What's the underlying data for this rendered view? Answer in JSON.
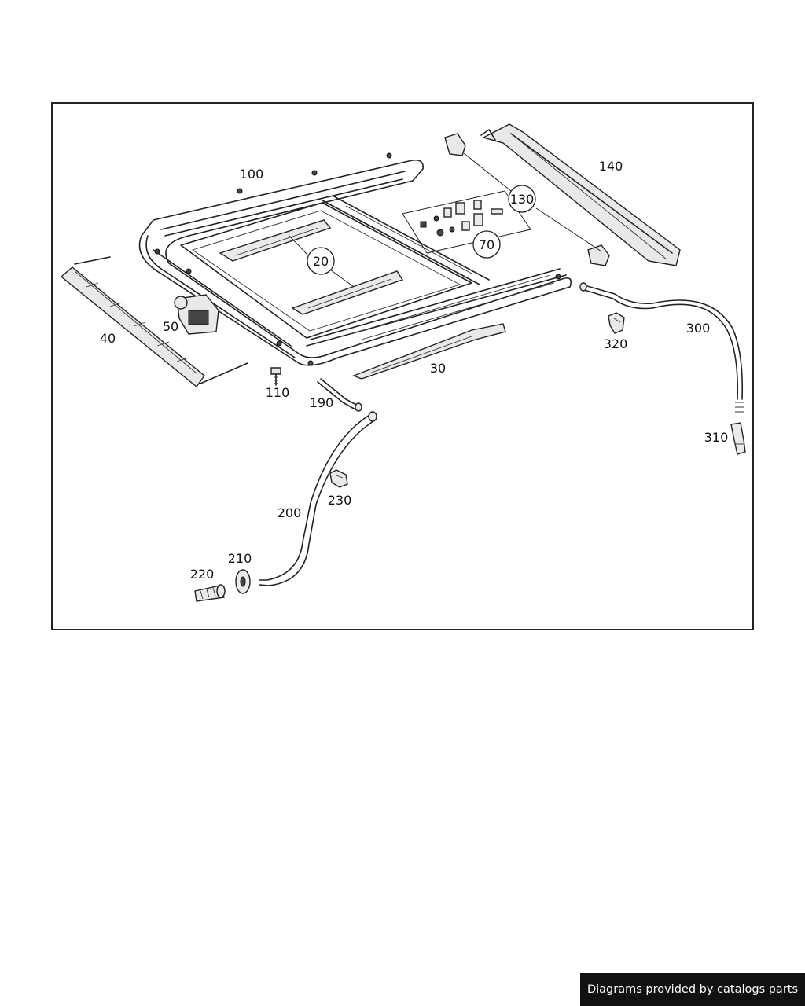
{
  "diagram": {
    "part_labels": {
      "p20": "20",
      "p30": "30",
      "p40": "40",
      "p50": "50",
      "p70": "70",
      "p100": "100",
      "p110": "110",
      "p130": "130",
      "p140": "140",
      "p190": "190",
      "p200": "200",
      "p210": "210",
      "p220": "220",
      "p230": "230",
      "p300": "300",
      "p310": "310",
      "p320": "320"
    }
  },
  "footer": {
    "credit": "Diagrams provided by catalogs parts"
  }
}
